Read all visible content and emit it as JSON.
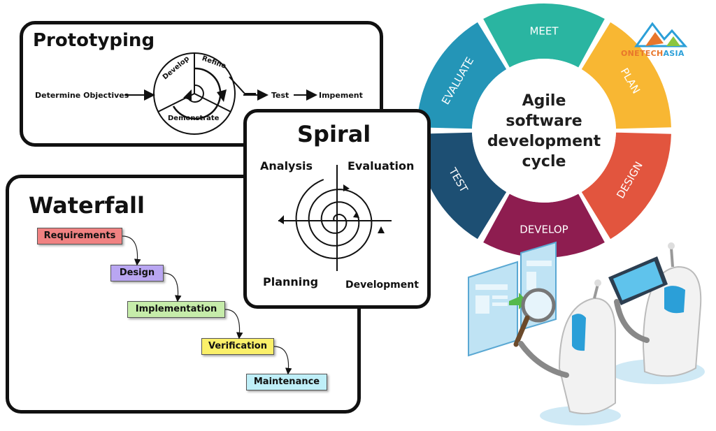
{
  "prototyping": {
    "title": "Prototyping",
    "labels": {
      "objectives": "Determine Objectives",
      "develop": "Develop",
      "refine": "Refine",
      "demonstrate": "Demonstrate",
      "test": "Test",
      "implement": "Impement"
    }
  },
  "spiral": {
    "title": "Spiral",
    "labels": {
      "analysis": "Analysis",
      "evaluation": "Evaluation",
      "planning": "Planning",
      "development": "Development"
    }
  },
  "waterfall": {
    "title": "Waterfall",
    "steps": [
      {
        "label": "Requirements",
        "color": "#f08282"
      },
      {
        "label": "Design",
        "color": "#b9a6f2"
      },
      {
        "label": "Implementation",
        "color": "#c6ecaa"
      },
      {
        "label": "Verification",
        "color": "#fbf06a"
      },
      {
        "label": "Maintenance",
        "color": "#bfeff8"
      }
    ]
  },
  "agile": {
    "title_lines": [
      "Agile",
      "software",
      "development",
      "cycle"
    ],
    "segments": [
      {
        "label": "MEET",
        "color": "#2ab5a1"
      },
      {
        "label": "PLAN",
        "color": "#f8b733"
      },
      {
        "label": "DESIGN",
        "color": "#e2553e"
      },
      {
        "label": "DEVELOP",
        "color": "#8e1d50"
      },
      {
        "label": "TEST",
        "color": "#1d4f73"
      },
      {
        "label": "EVALUATE",
        "color": "#2495b7"
      }
    ]
  },
  "brand": {
    "name_part1": "ONETECH",
    "name_part2": "ASIA",
    "color_part1": "#e8762b",
    "color_part2": "#2b9fd8"
  }
}
